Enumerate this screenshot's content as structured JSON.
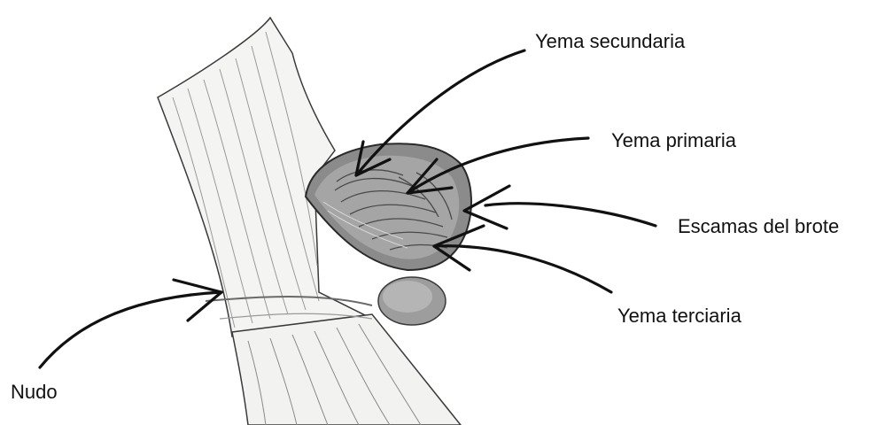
{
  "labels": {
    "yema_secundaria": "Yema secundaria",
    "yema_primaria": "Yema primaria",
    "escamas_del_brote": "Escamas del brote",
    "yema_terciaria": "Yema terciaria",
    "nudo": "Nudo"
  }
}
